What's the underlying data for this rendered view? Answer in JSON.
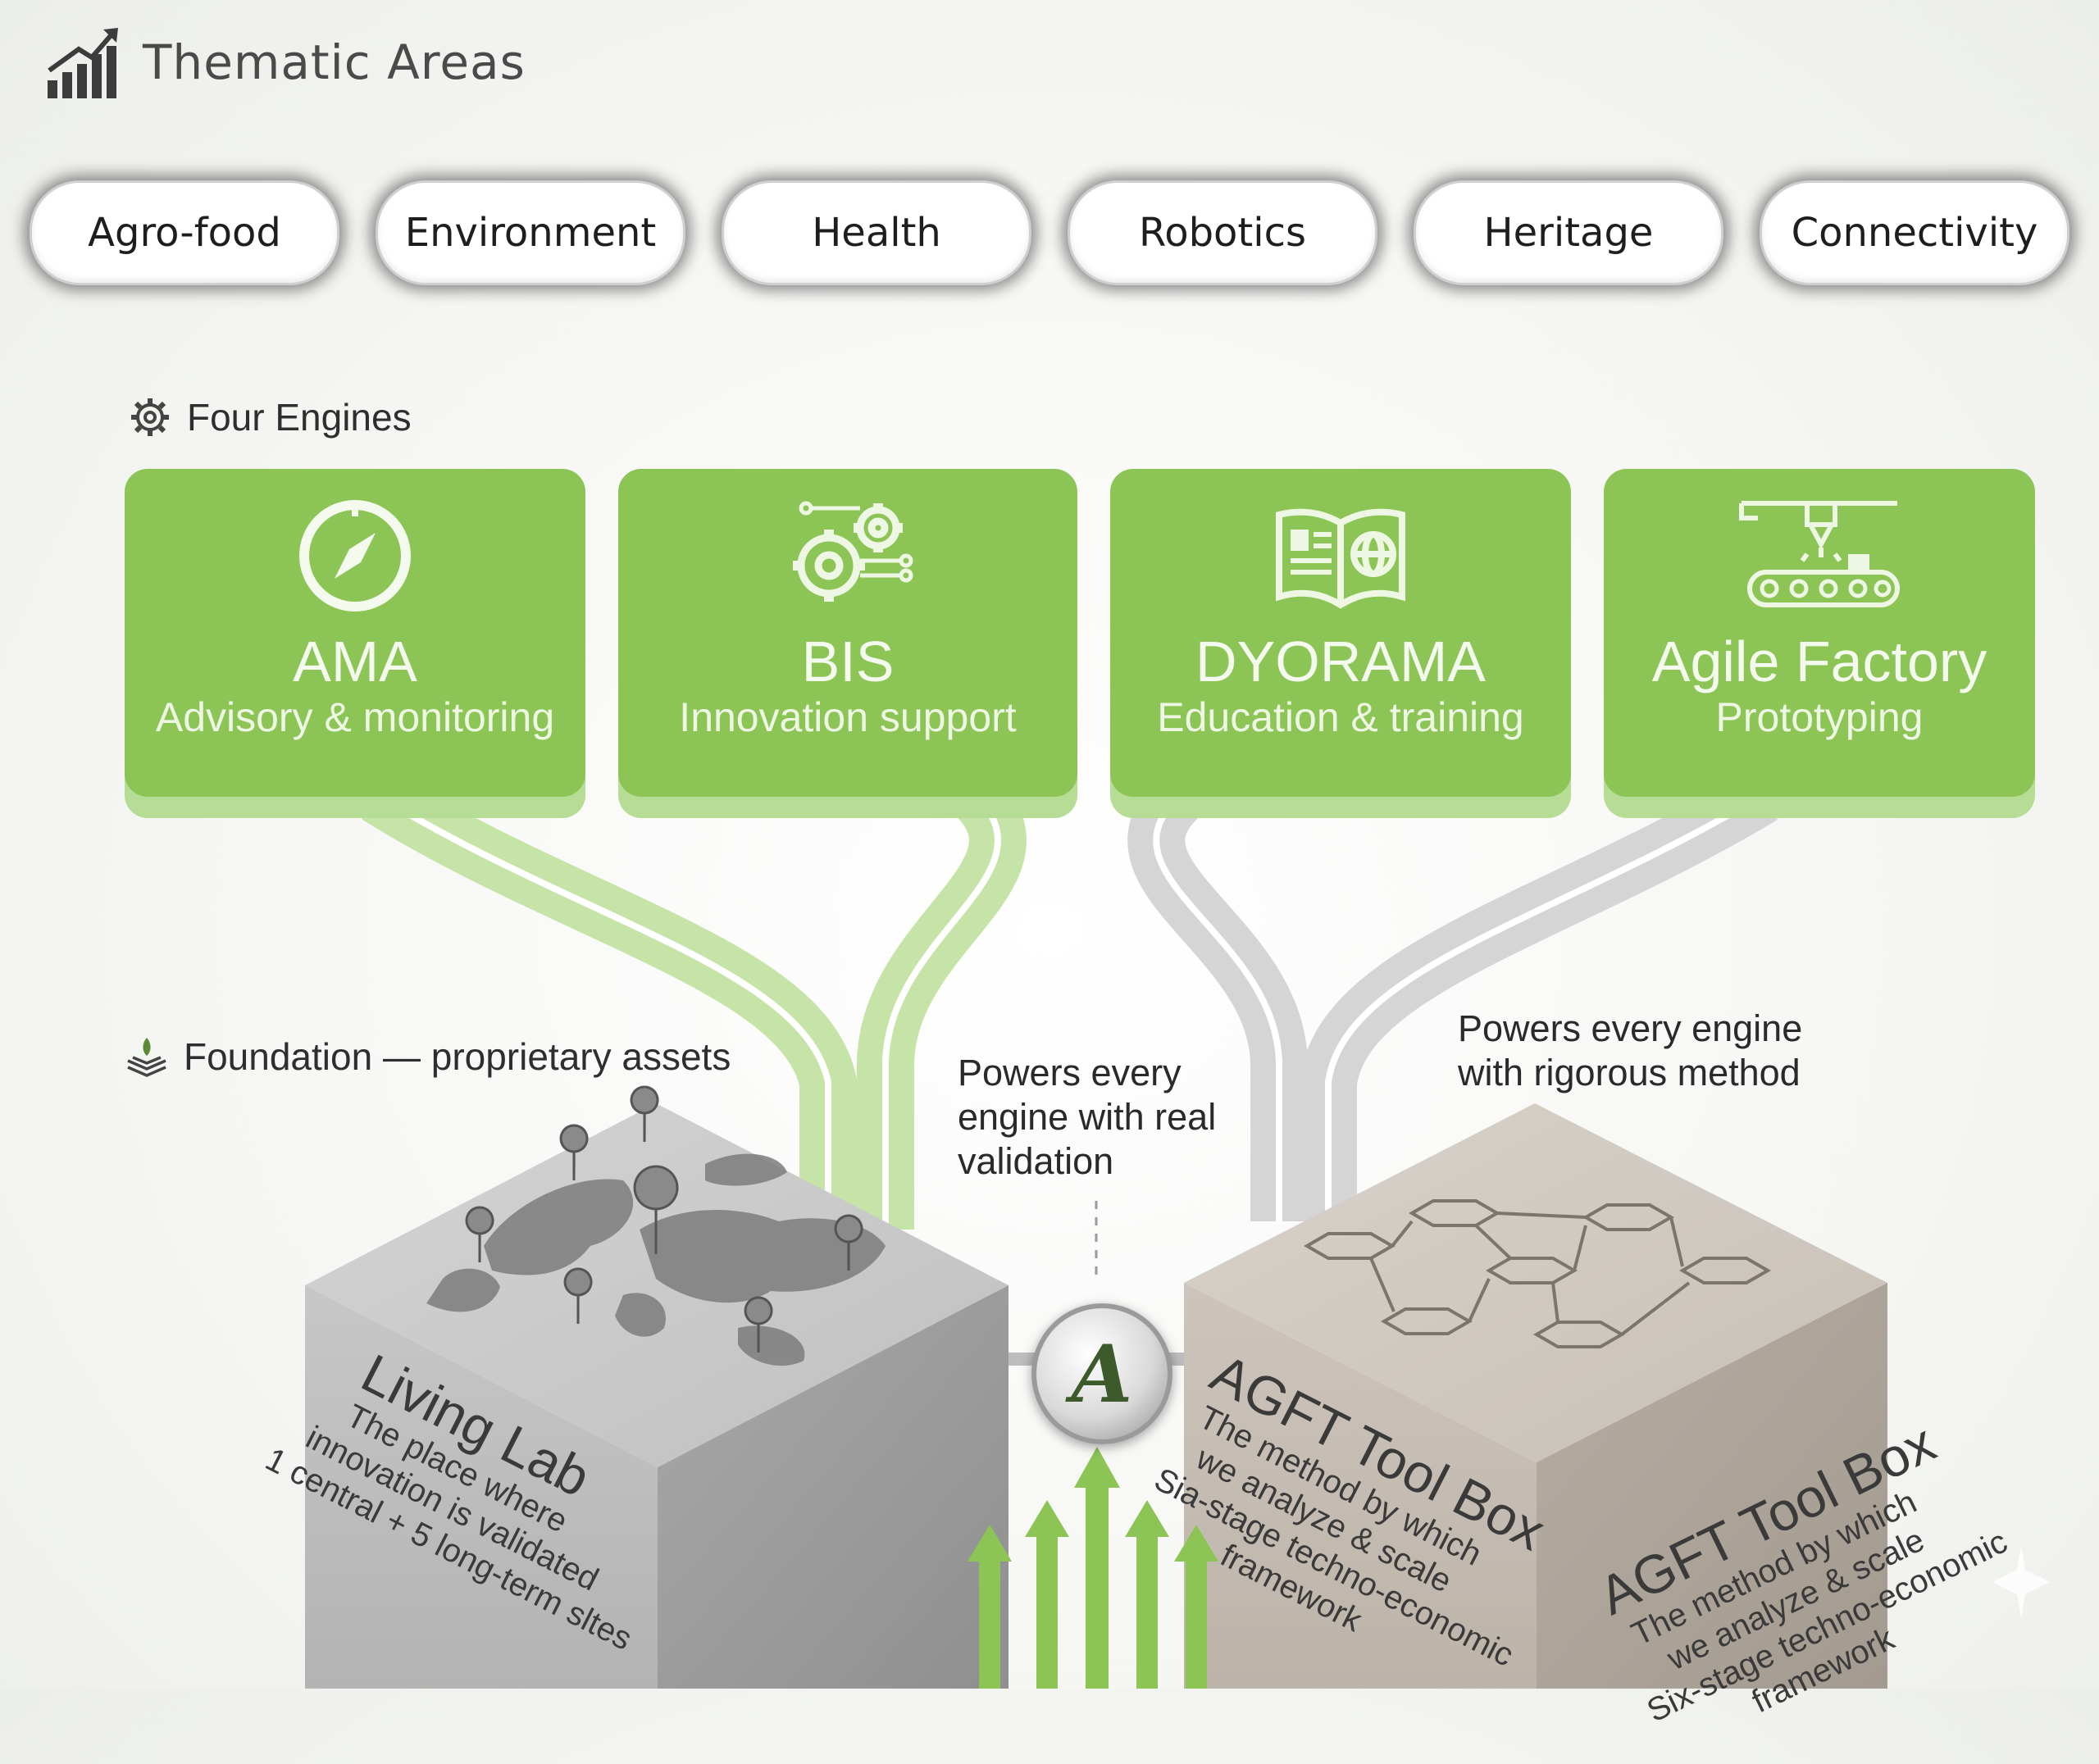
{
  "header": {
    "title": "Thematic Areas",
    "icon": "bar-chart-growth-icon"
  },
  "thematic_areas": [
    "Agro-food",
    "Environment",
    "Health",
    "Robotics",
    "Heritage",
    "Connectivity"
  ],
  "engines_section": {
    "label": "Four Engines",
    "icon": "gear-icon"
  },
  "engines": [
    {
      "name": "AMA",
      "subtitle": "Advisory & monitoring",
      "icon": "compass-icon"
    },
    {
      "name": "BIS",
      "subtitle": "Innovation support",
      "icon": "gears-network-icon"
    },
    {
      "name": "DYORAMA",
      "subtitle": "Education & training",
      "icon": "open-book-globe-icon"
    },
    {
      "name": "Agile Factory",
      "subtitle": "Prototyping",
      "icon": "conveyor-printer-icon"
    }
  ],
  "foundation_section": {
    "label": "Foundation — proprietary assets",
    "icon": "layers-leaf-icon"
  },
  "captions": {
    "living_lab": "Powers every engine with real validation",
    "toolbox": "Powers every engine with rigorous method"
  },
  "living_lab": {
    "title": "Living Lab",
    "line1": "The place where",
    "line2": "innovation is validated",
    "line3": "1 central + 5 long-term sltes"
  },
  "toolbox_front": {
    "title": "AGFT Tool Box",
    "line1": "The method by which",
    "line2": "we analyze & scale",
    "line3": "Sia-stage techno-economic",
    "line4": "framework"
  },
  "toolbox_side": {
    "title": "AGFT Tool Box",
    "line1": "The method by which",
    "line2": "we analyze & scale",
    "line3": "Six-stage techno-economic",
    "line4": "framework"
  },
  "badge": {
    "letter": "A",
    "icon": "agft-logo-badge"
  },
  "colors": {
    "green": "#8cc556",
    "light_green": "#b7dc95",
    "grey_flow": "#cfcfcf",
    "concrete": "#b9b9b9",
    "stone": "#c9c1b8"
  }
}
